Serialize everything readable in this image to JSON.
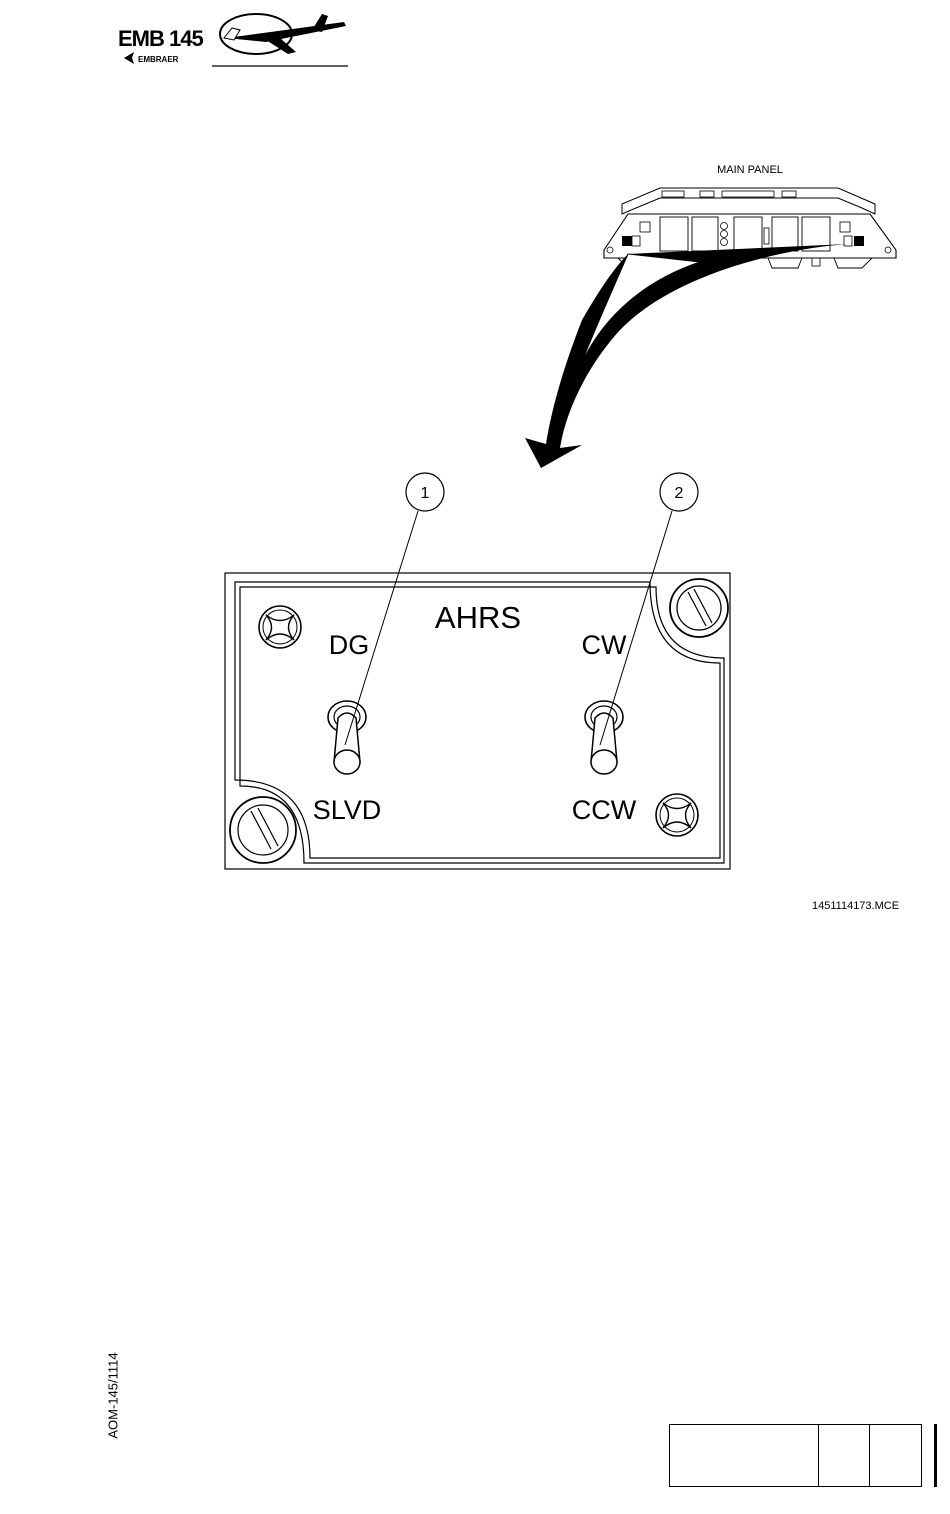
{
  "header": {
    "logo_model": "EMB 145",
    "logo_brand": "EMBRAER"
  },
  "figure": {
    "main_panel_label": "MAIN  PANEL",
    "panel_title": "AHRS",
    "switch_1": {
      "callout": "1",
      "top_label": "DG",
      "bottom_label": "SLVD"
    },
    "switch_2": {
      "callout": "2",
      "top_label": "CW",
      "bottom_label": "CCW"
    },
    "figure_id": "1451114173.MCE"
  },
  "footer": {
    "doc_code": "AOM-145/1114"
  }
}
